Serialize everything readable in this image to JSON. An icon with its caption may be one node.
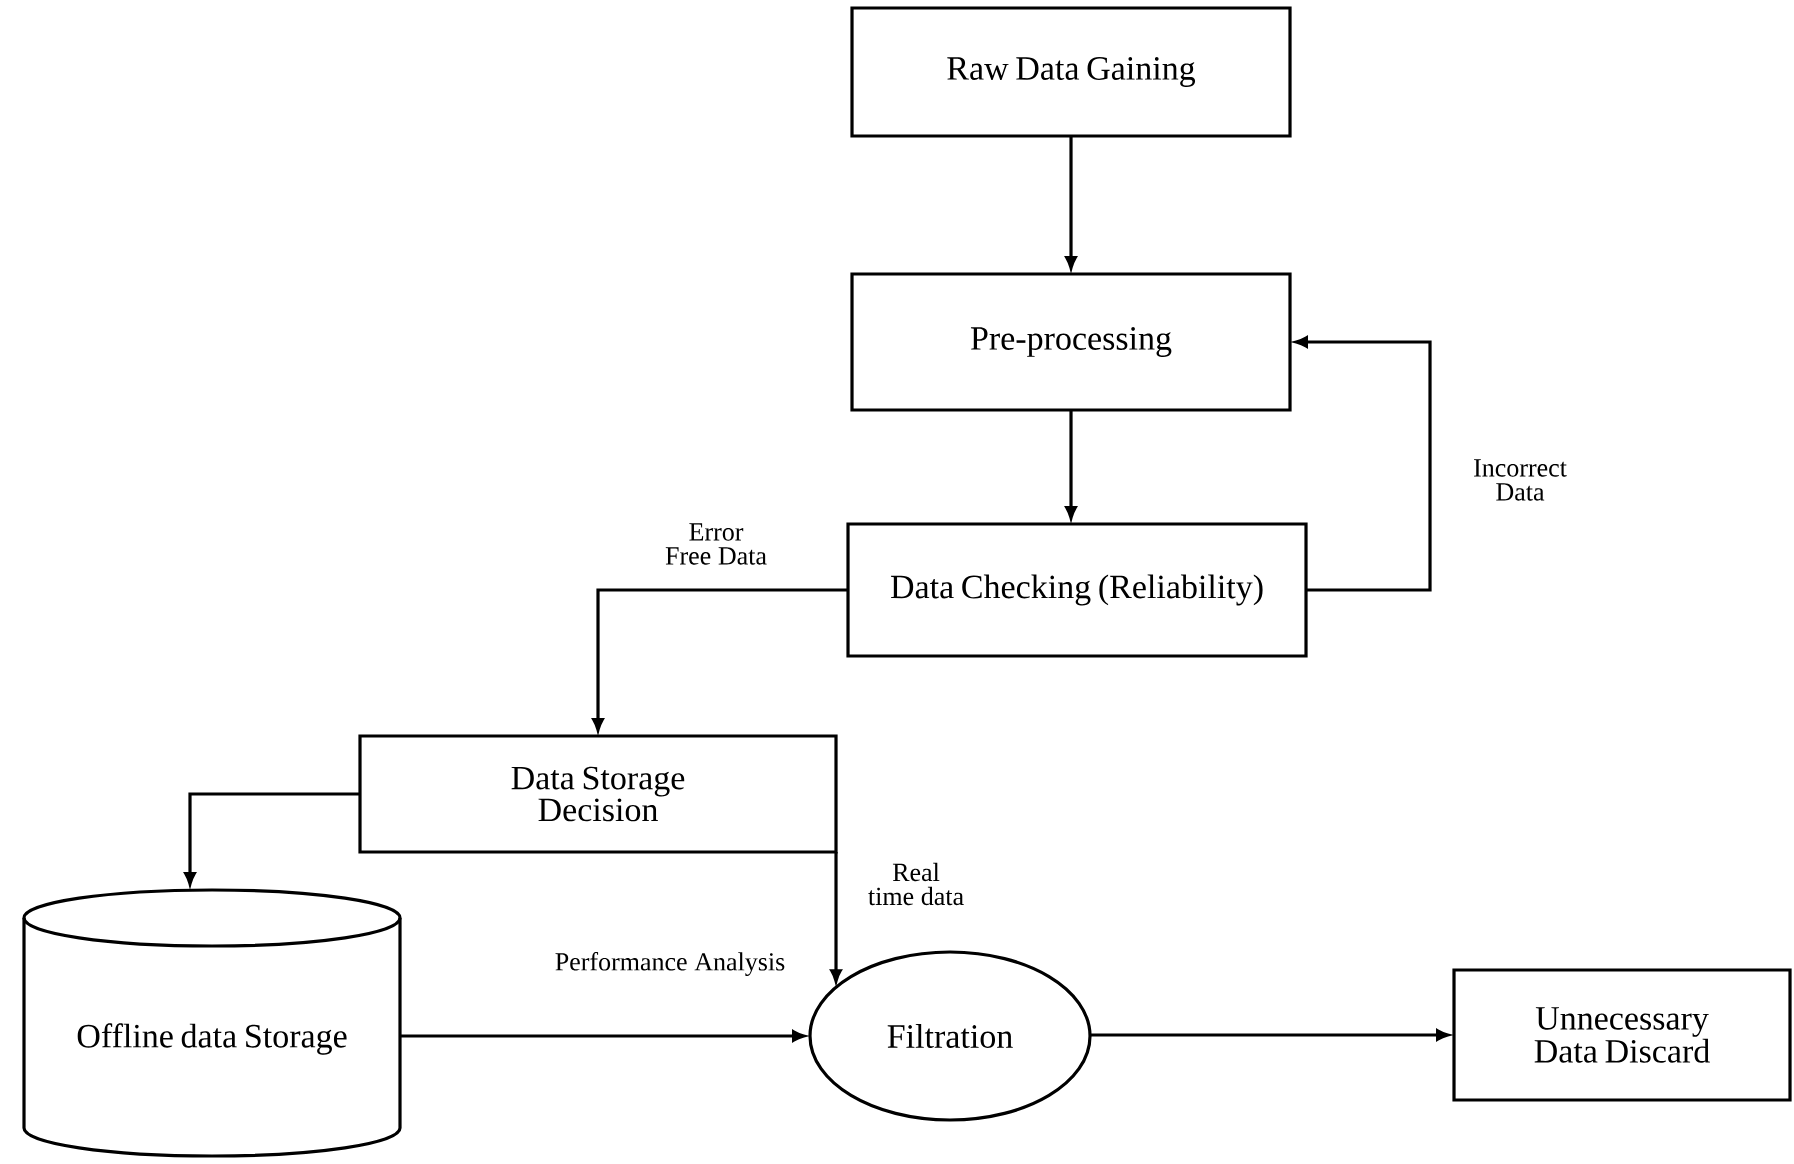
{
  "diagram": {
    "nodes": [
      {
        "text": [
          "Raw Data Gaining"
        ]
      },
      {
        "text": [
          "Pre-processing"
        ]
      },
      {
        "text": [
          "Data Checking (Reliability)"
        ]
      },
      {
        "text": [
          "Data Storage Decision"
        ]
      },
      {
        "text": [
          "Offline data Storage"
        ]
      },
      {
        "text": [
          "Filtration"
        ]
      },
      {
        "text": [
          "Unnecessary Data Discard"
        ]
      }
    ],
    "edges": [
      {
        "from": 0,
        "to": 1,
        "arrow": "to"
      },
      {
        "from": 1,
        "to": 2,
        "arrow": "to"
      },
      {
        "from": 2,
        "to": 1,
        "arrow": "to",
        "label": "Incorrect Data"
      },
      {
        "from": 2,
        "to": 3,
        "arrow": "to",
        "label": "Error Free Data"
      },
      {
        "from": 3,
        "to": 4,
        "arrow": "to"
      },
      {
        "from": 3,
        "to": 5,
        "arrow": "to",
        "label": "Real time data"
      },
      {
        "from": 4,
        "to": 5,
        "arrow": "to",
        "label": "Performance Analysis"
      },
      {
        "from": 5,
        "to": 6,
        "arrow": "to"
      }
    ]
  }
}
